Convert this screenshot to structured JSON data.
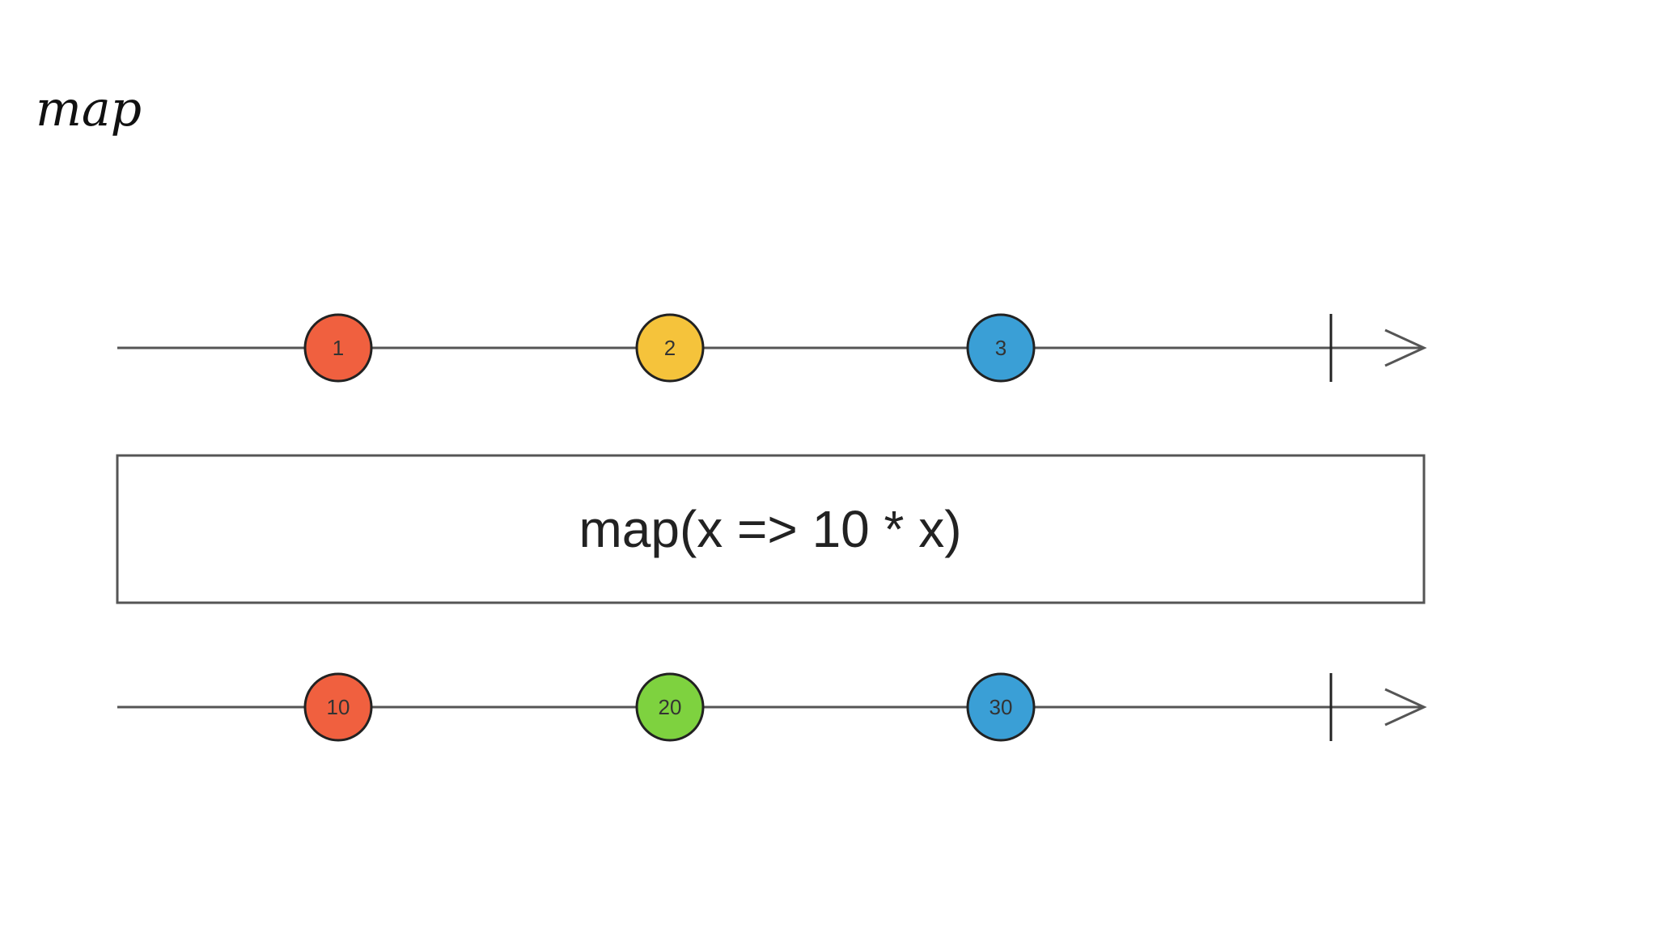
{
  "title": "map",
  "operator": {
    "label": "map(x => 10 * x)"
  },
  "input_stream": {
    "marbles": [
      {
        "label": "1",
        "color": "#f0603f"
      },
      {
        "label": "2",
        "color": "#f5c33b"
      },
      {
        "label": "3",
        "color": "#3a9fd6"
      }
    ]
  },
  "output_stream": {
    "marbles": [
      {
        "label": "10",
        "color": "#f0603f"
      },
      {
        "label": "20",
        "color": "#7ed23f"
      },
      {
        "label": "30",
        "color": "#3a9fd6"
      }
    ]
  },
  "colors": {
    "line": "#555555",
    "box_border": "#555555",
    "marble_border": "#222222"
  }
}
